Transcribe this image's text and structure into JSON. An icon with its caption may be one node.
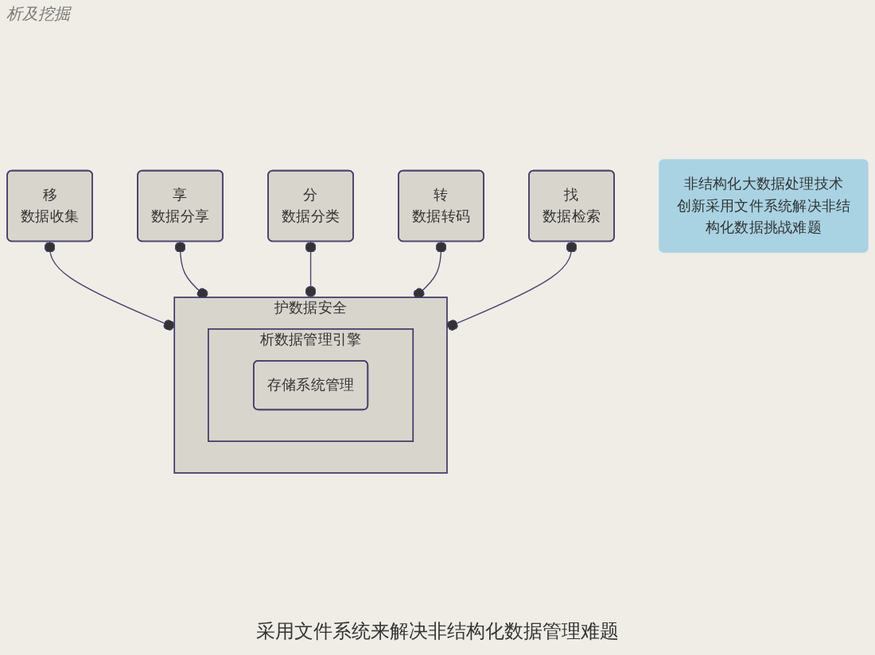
{
  "diagram": {
    "caption": "采用文件系统来解决非结构化数据管理难题",
    "nodes": [
      {
        "text": [
          "移",
          "数据收集"
        ]
      },
      {
        "text": [
          "享",
          "数据分享"
        ]
      },
      {
        "text": [
          "分",
          "数据分类"
        ]
      },
      {
        "text": [
          "转",
          "数据转码"
        ]
      },
      {
        "text": [
          "找",
          "数据检索"
        ]
      },
      {
        "text": [
          "非结构化大数据处理技术",
          "创新采用文件系统解决非结构化数据挑战难题"
        ]
      },
      {
        "text": [
          "护数据安全"
        ]
      },
      {
        "text": [
          "析数据管理引擎"
        ],
        "in": 6
      },
      {
        "text": [
          "存储系统管理"
        ],
        "in": 7
      }
    ],
    "edges": [
      {
        "from": 0,
        "to": 6,
        "arrow": "other"
      },
      {
        "from": 1,
        "to": 6,
        "arrow": "other"
      },
      {
        "from": 2,
        "to": 6,
        "arrow": "other"
      },
      {
        "from": 3,
        "to": 6,
        "arrow": "other"
      },
      {
        "from": 4,
        "to": 6,
        "arrow": "other"
      }
    ],
    "labels": [
      "析及挖掘"
    ]
  }
}
